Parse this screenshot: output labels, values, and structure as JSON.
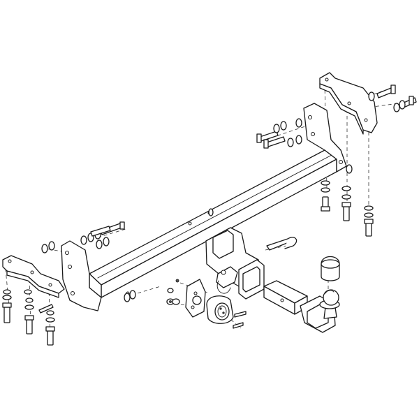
{
  "diagram": {
    "kind": "exploded-assembly",
    "parts": [
      "crossbar",
      "left-bracket",
      "right-bracket",
      "left-side-plate",
      "right-side-plate",
      "receiver",
      "tow-ball-mount",
      "tow-ball",
      "ball-cover",
      "pin",
      "socket-plate",
      "electrical-socket",
      "bolt-sets"
    ]
  }
}
